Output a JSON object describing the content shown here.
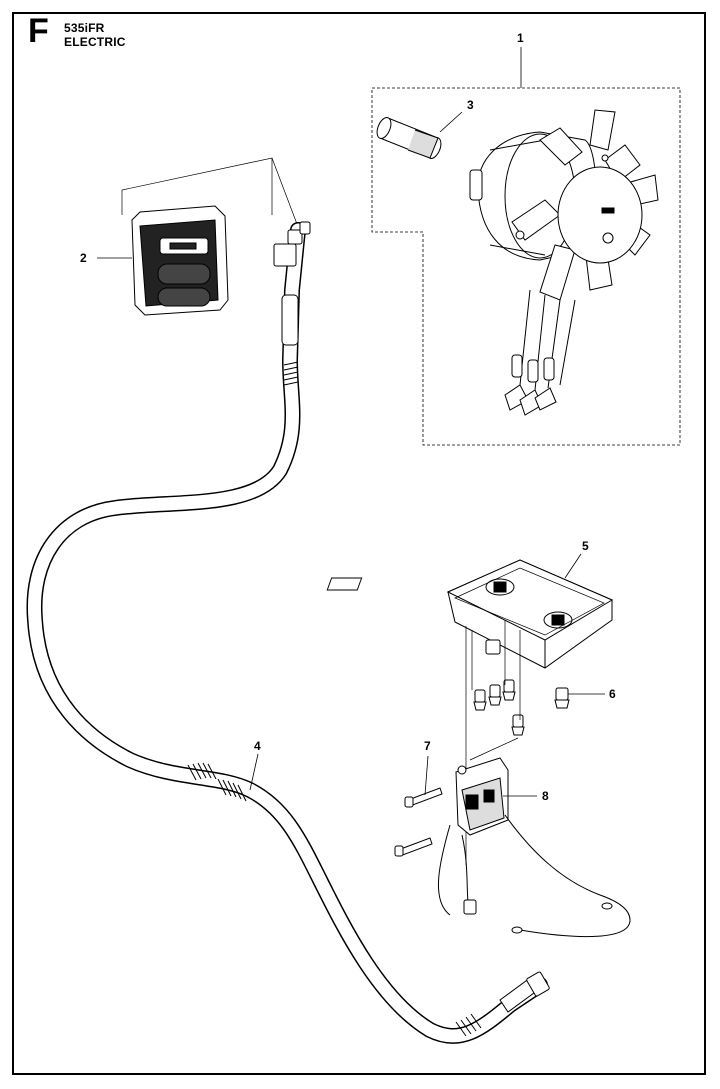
{
  "header": {
    "section_letter": "F",
    "model": "535iFR",
    "title": "ELECTRIC"
  },
  "callouts": [
    "1",
    "2",
    "3",
    "4",
    "5",
    "6",
    "7",
    "8"
  ],
  "parts": [
    {
      "callout": "1",
      "icon": "motor-fan-assembly"
    },
    {
      "callout": "2",
      "icon": "control-keypad"
    },
    {
      "callout": "3",
      "icon": "sleeve"
    },
    {
      "callout": "4",
      "icon": "cable-harness"
    },
    {
      "callout": "5",
      "icon": "control-unit"
    },
    {
      "callout": "6",
      "icon": "screw"
    },
    {
      "callout": "7",
      "icon": "screw"
    },
    {
      "callout": "8",
      "icon": "switch-bracket"
    }
  ]
}
